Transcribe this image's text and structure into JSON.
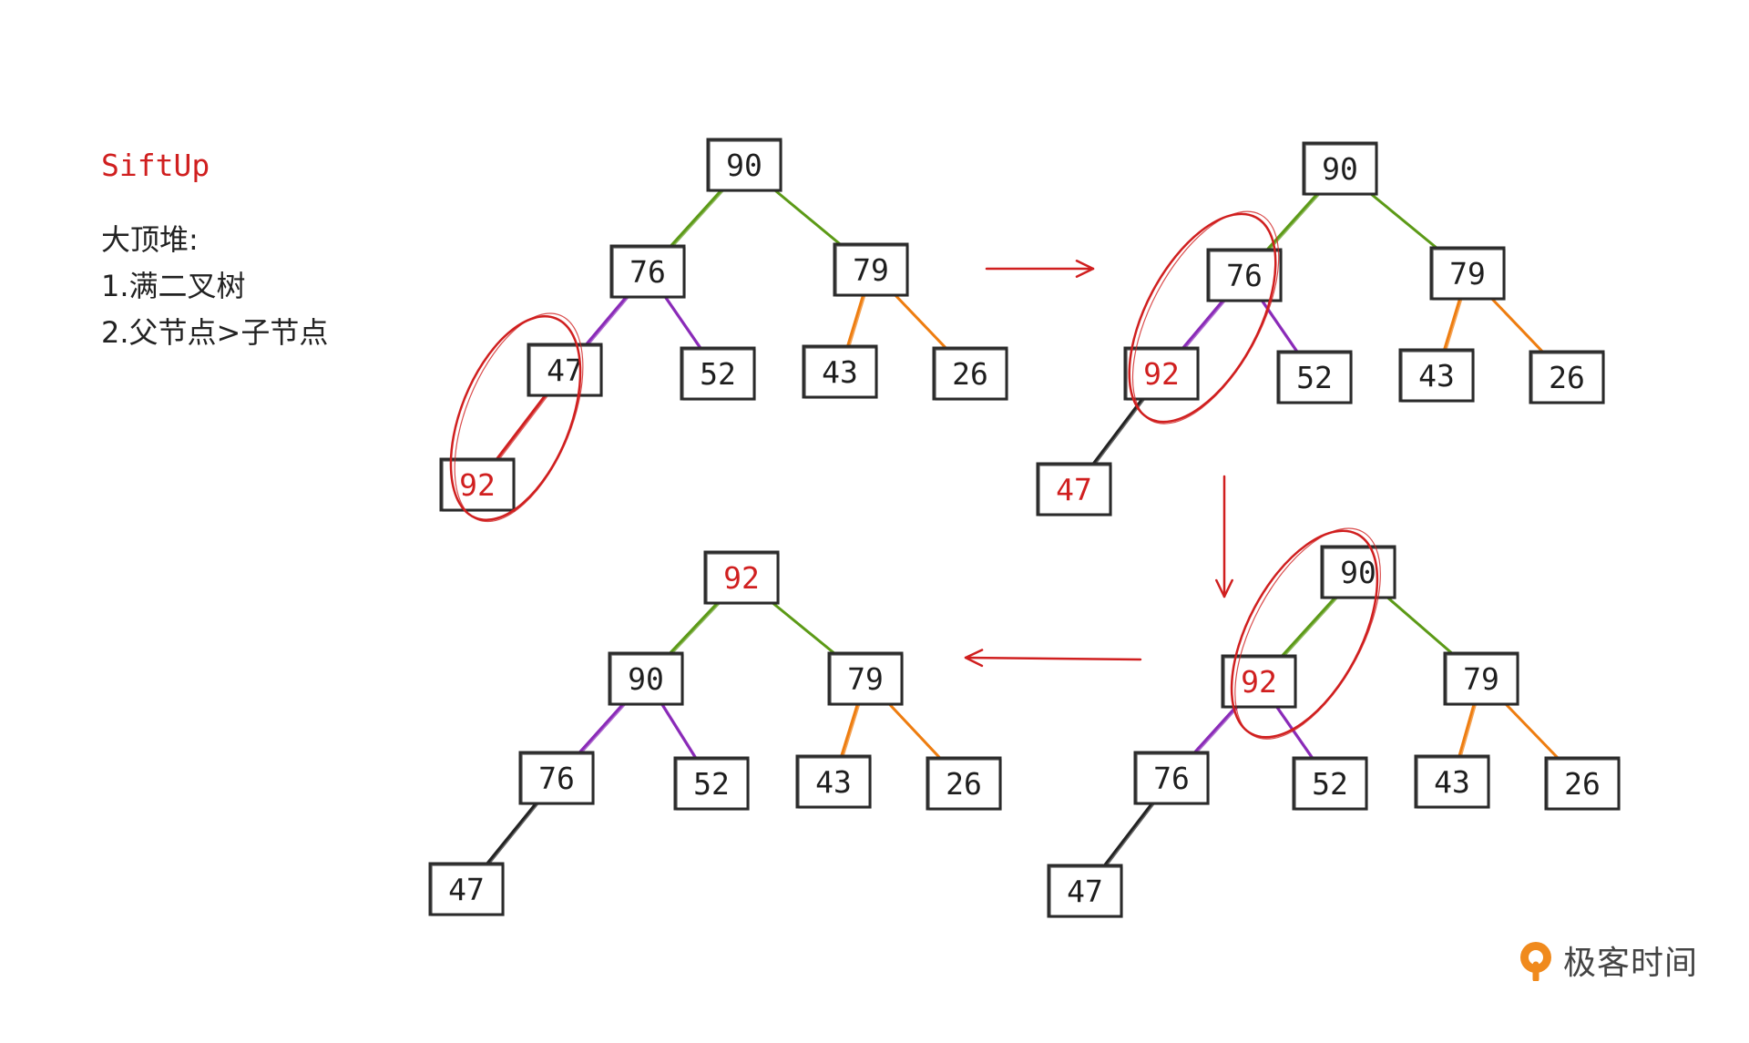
{
  "sidebar": {
    "title": "SiftUp",
    "lines": [
      "大顶堆:",
      "1.满二叉树",
      "2.父节点>子节点"
    ]
  },
  "brand": {
    "name": "极客时间"
  },
  "colors": {
    "highlight": "#d01f1f",
    "edge_level1": "#5c9a17",
    "edge_level2": "#8a2ab8",
    "edge_right2": "#ee7d10",
    "edge_deep": "#222222",
    "node_border": "#2b2b2b",
    "node_text": "#1e1e1e"
  },
  "diagrams": [
    {
      "id": "step1",
      "nodes": [
        {
          "id": "n90",
          "value": "90"
        },
        {
          "id": "n76",
          "value": "76"
        },
        {
          "id": "n79",
          "value": "79"
        },
        {
          "id": "n47",
          "value": "47"
        },
        {
          "id": "n52",
          "value": "52"
        },
        {
          "id": "n43",
          "value": "43"
        },
        {
          "id": "n26",
          "value": "26"
        },
        {
          "id": "n92",
          "value": "92",
          "highlight": true
        }
      ],
      "edges": [
        {
          "from": "n90",
          "to": "n76",
          "color": "edge_level1"
        },
        {
          "from": "n90",
          "to": "n79",
          "color": "edge_level1"
        },
        {
          "from": "n76",
          "to": "n47",
          "color": "edge_level2"
        },
        {
          "from": "n76",
          "to": "n52",
          "color": "edge_level2"
        },
        {
          "from": "n79",
          "to": "n43",
          "color": "edge_right2"
        },
        {
          "from": "n79",
          "to": "n26",
          "color": "edge_right2"
        },
        {
          "from": "n47",
          "to": "n92",
          "color": "highlight"
        }
      ],
      "circled": [
        "n47",
        "n92"
      ]
    },
    {
      "id": "step2",
      "nodes": [
        {
          "id": "n90",
          "value": "90"
        },
        {
          "id": "n76",
          "value": "76"
        },
        {
          "id": "n79",
          "value": "79"
        },
        {
          "id": "n92",
          "value": "92",
          "highlight": true
        },
        {
          "id": "n52",
          "value": "52"
        },
        {
          "id": "n43",
          "value": "43"
        },
        {
          "id": "n26",
          "value": "26"
        },
        {
          "id": "n47",
          "value": "47",
          "highlight": true
        }
      ],
      "edges": [
        {
          "from": "n90",
          "to": "n76",
          "color": "edge_level1"
        },
        {
          "from": "n90",
          "to": "n79",
          "color": "edge_level1"
        },
        {
          "from": "n76",
          "to": "n92",
          "color": "edge_level2"
        },
        {
          "from": "n76",
          "to": "n52",
          "color": "edge_level2"
        },
        {
          "from": "n79",
          "to": "n43",
          "color": "edge_right2"
        },
        {
          "from": "n79",
          "to": "n26",
          "color": "edge_right2"
        },
        {
          "from": "n92",
          "to": "n47",
          "color": "edge_deep"
        }
      ],
      "circled": [
        "n76",
        "n92"
      ]
    },
    {
      "id": "step3",
      "nodes": [
        {
          "id": "n90",
          "value": "90"
        },
        {
          "id": "n92",
          "value": "92",
          "highlight": true
        },
        {
          "id": "n79",
          "value": "79"
        },
        {
          "id": "n76",
          "value": "76"
        },
        {
          "id": "n52",
          "value": "52"
        },
        {
          "id": "n43",
          "value": "43"
        },
        {
          "id": "n26",
          "value": "26"
        },
        {
          "id": "n47",
          "value": "47"
        }
      ],
      "edges": [
        {
          "from": "n90",
          "to": "n92",
          "color": "edge_level1"
        },
        {
          "from": "n90",
          "to": "n79",
          "color": "edge_level1"
        },
        {
          "from": "n92",
          "to": "n76",
          "color": "edge_level2"
        },
        {
          "from": "n92",
          "to": "n52",
          "color": "edge_level2"
        },
        {
          "from": "n79",
          "to": "n43",
          "color": "edge_right2"
        },
        {
          "from": "n79",
          "to": "n26",
          "color": "edge_right2"
        },
        {
          "from": "n76",
          "to": "n47",
          "color": "edge_deep"
        }
      ],
      "circled": [
        "n90",
        "n92"
      ]
    },
    {
      "id": "step4",
      "nodes": [
        {
          "id": "n92",
          "value": "92",
          "highlight": true
        },
        {
          "id": "n90",
          "value": "90"
        },
        {
          "id": "n79",
          "value": "79"
        },
        {
          "id": "n76",
          "value": "76"
        },
        {
          "id": "n52",
          "value": "52"
        },
        {
          "id": "n43",
          "value": "43"
        },
        {
          "id": "n26",
          "value": "26"
        },
        {
          "id": "n47",
          "value": "47"
        }
      ],
      "edges": [
        {
          "from": "n92",
          "to": "n90",
          "color": "edge_level1"
        },
        {
          "from": "n92",
          "to": "n79",
          "color": "edge_level1"
        },
        {
          "from": "n90",
          "to": "n76",
          "color": "edge_level2"
        },
        {
          "from": "n90",
          "to": "n52",
          "color": "edge_level2"
        },
        {
          "from": "n79",
          "to": "n43",
          "color": "edge_right2"
        },
        {
          "from": "n79",
          "to": "n26",
          "color": "edge_right2"
        },
        {
          "from": "n76",
          "to": "n47",
          "color": "edge_deep"
        }
      ],
      "circled": []
    }
  ],
  "arrows": [
    {
      "id": "step1-to-step2",
      "direction": "right"
    },
    {
      "id": "step2-to-step3",
      "direction": "down"
    },
    {
      "id": "step3-to-step4",
      "direction": "left"
    }
  ]
}
